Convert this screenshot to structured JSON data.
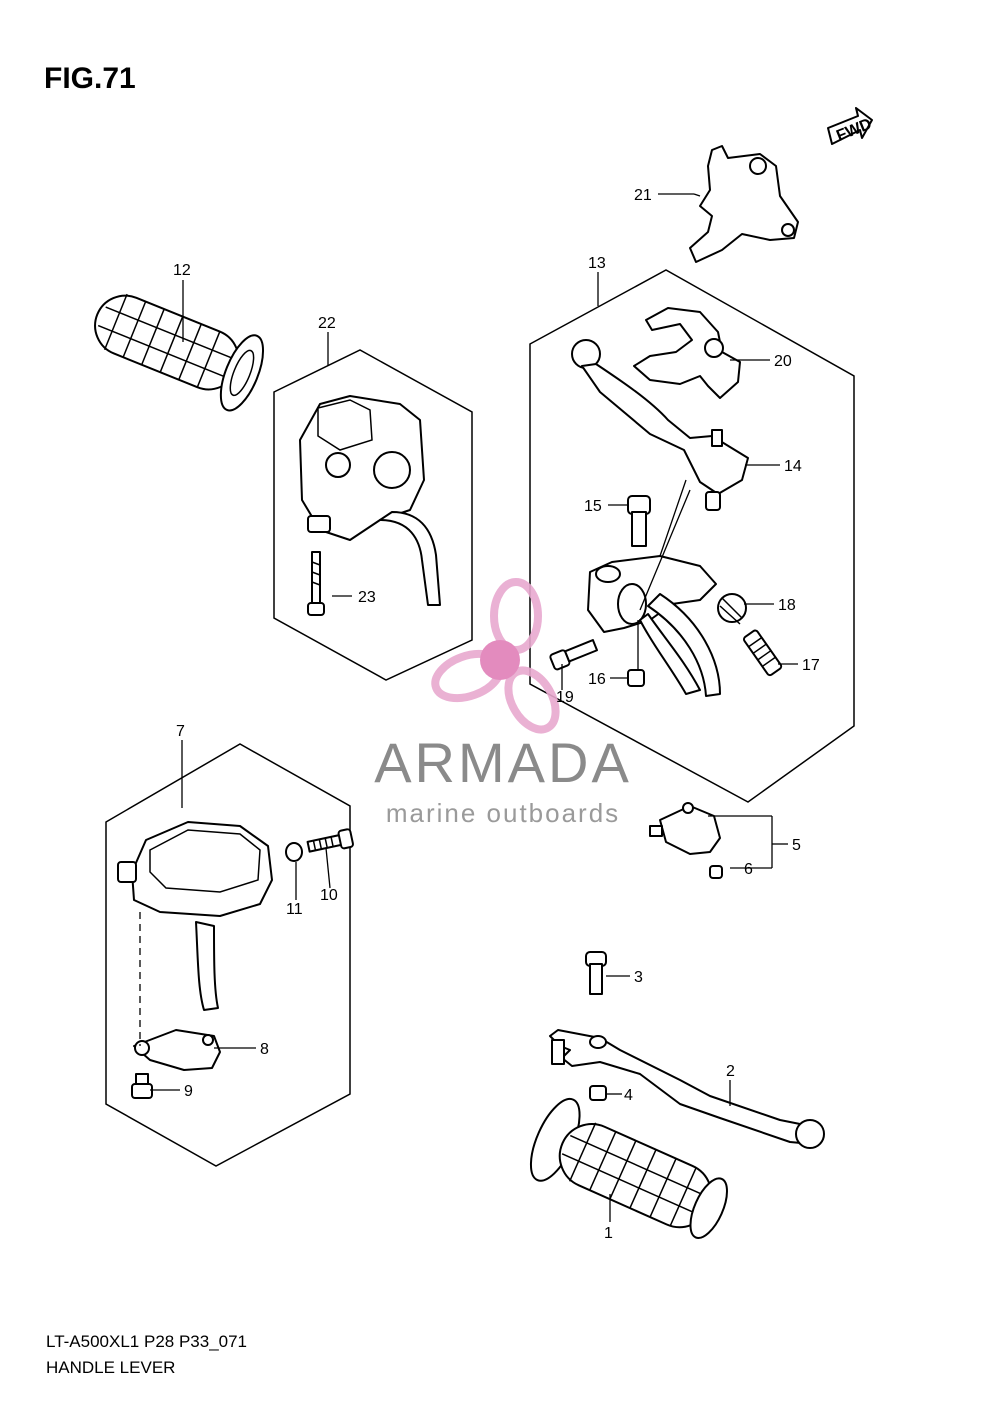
{
  "figure": {
    "title": "FIG.71"
  },
  "fwd_label": "FWD",
  "callouts": [
    "1",
    "2",
    "3",
    "4",
    "5",
    "6",
    "7",
    "8",
    "9",
    "10",
    "11",
    "12",
    "13",
    "14",
    "15",
    "16",
    "17",
    "18",
    "19",
    "20",
    "21",
    "22",
    "23"
  ],
  "footer": {
    "model_code": "LT-A500XL1 P28 P33_071",
    "caption": "HANDLE LEVER"
  },
  "watermark": {
    "brand": "ARMADA",
    "tagline": "marine outboards",
    "logo_color": "#e8a9cf",
    "logo_center_color": "#e07fb8"
  }
}
